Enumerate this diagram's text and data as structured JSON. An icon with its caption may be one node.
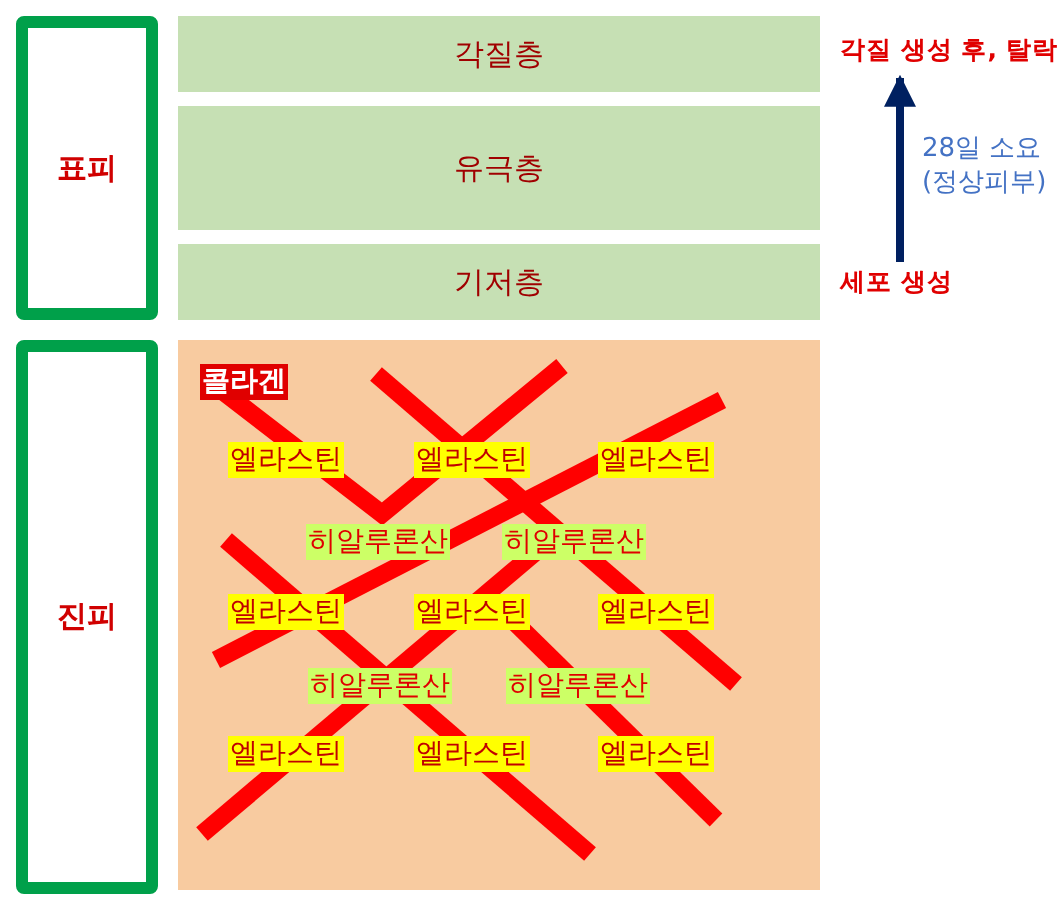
{
  "diagram": {
    "nodes": [
      {
        "text": [
          "표피"
        ]
      },
      {
        "text": [
          "각질층"
        ]
      },
      {
        "text": [
          "유극층"
        ]
      },
      {
        "text": [
          "기저층"
        ]
      },
      {
        "text": [
          "각질 생성 후, 탈락"
        ]
      },
      {
        "text": [
          "세포 생성"
        ]
      },
      {
        "text": [
          "진피"
        ]
      },
      {
        "text": [],
        "shape": "box"
      },
      {
        "text": [
          "콜라겐"
        ],
        "in": 7
      },
      {
        "text": [
          "엘라스틴"
        ],
        "in": 7
      },
      {
        "text": [
          "엘라스틴"
        ],
        "in": 7
      },
      {
        "text": [
          "엘라스틴"
        ],
        "in": 7
      },
      {
        "text": [
          "히알루론산"
        ],
        "in": 7
      },
      {
        "text": [
          "히알루론산"
        ],
        "in": 7
      },
      {
        "text": [
          "엘라스틴"
        ],
        "in": 7
      },
      {
        "text": [
          "엘라스틴"
        ],
        "in": 7
      },
      {
        "text": [
          "엘라스틴"
        ],
        "in": 7
      },
      {
        "text": [
          "히알루론산"
        ],
        "in": 7
      },
      {
        "text": [
          "히알루론산"
        ],
        "in": 7
      },
      {
        "text": [
          "엘라스틴"
        ],
        "in": 7
      },
      {
        "text": [
          "엘라스틴"
        ],
        "in": 7
      },
      {
        "text": [
          "엘라스틴"
        ],
        "in": 7
      }
    ],
    "edges": [
      {
        "from": 5,
        "to": 4,
        "arrow": "to",
        "label": "28일 소요 (정상피부)"
      }
    ]
  }
}
